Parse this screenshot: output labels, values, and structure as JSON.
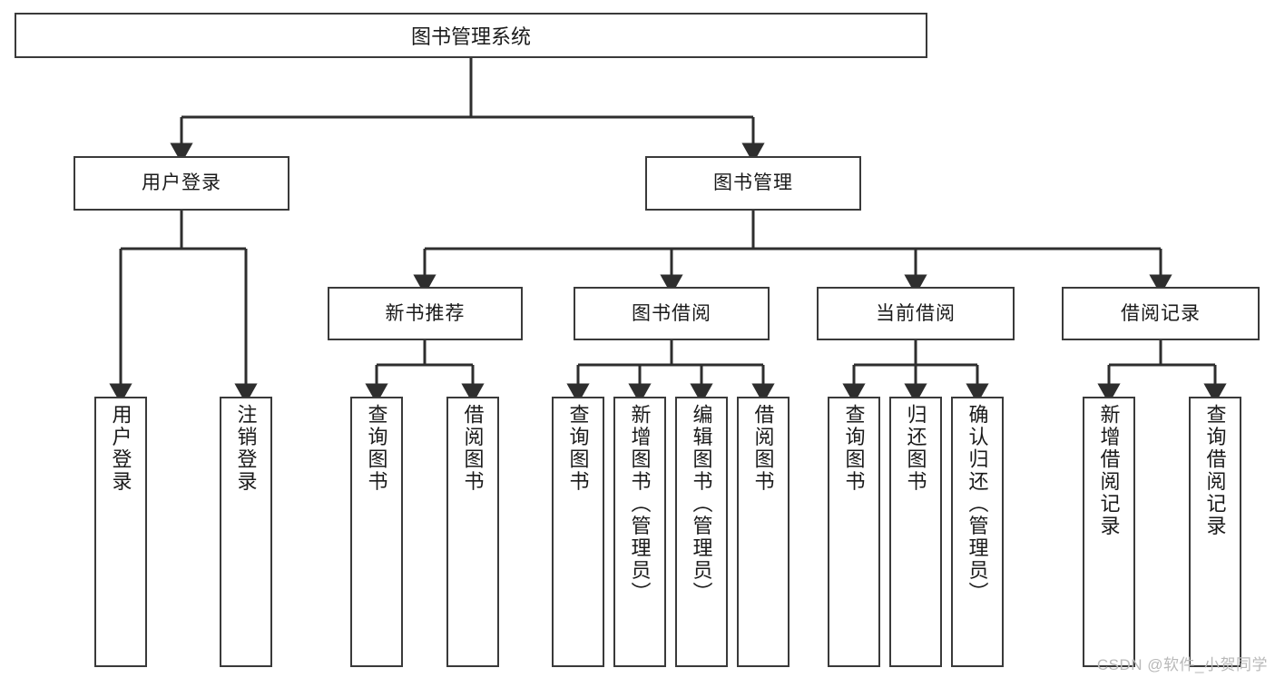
{
  "diagram": {
    "title": "图书管理系统",
    "type": "hierarchy-tree",
    "root": {
      "id": "root",
      "label": "图书管理系统"
    },
    "level2": [
      {
        "id": "user-login",
        "label": "用户登录"
      },
      {
        "id": "book-manage",
        "label": "图书管理"
      }
    ],
    "level3": [
      {
        "id": "new-book-rec",
        "label": "新书推荐"
      },
      {
        "id": "book-borrow",
        "label": "图书借阅"
      },
      {
        "id": "current-borrow",
        "label": "当前借阅"
      },
      {
        "id": "borrow-record",
        "label": "借阅记录"
      }
    ],
    "leaves": {
      "user_login": [
        {
          "id": "leaf-user-login",
          "label": "用户登录"
        },
        {
          "id": "leaf-logout-login",
          "label": "注销登录"
        }
      ],
      "new_book_rec": [
        {
          "id": "leaf-query-book-1",
          "label": "查询图书"
        },
        {
          "id": "leaf-borrow-book-1",
          "label": "借阅图书"
        }
      ],
      "book_borrow": [
        {
          "id": "leaf-query-book-2",
          "label": "查询图书"
        },
        {
          "id": "leaf-add-book",
          "label": "新增图书（管理员）"
        },
        {
          "id": "leaf-edit-book",
          "label": "编辑图书（管理员）"
        },
        {
          "id": "leaf-borrow-book-2",
          "label": "借阅图书"
        }
      ],
      "current_borrow": [
        {
          "id": "leaf-query-book-3",
          "label": "查询图书"
        },
        {
          "id": "leaf-return-book",
          "label": "归还图书"
        },
        {
          "id": "leaf-confirm-return",
          "label": "确认归还（管理员）"
        }
      ],
      "borrow_record": [
        {
          "id": "leaf-add-record",
          "label": "新增借阅记录"
        },
        {
          "id": "leaf-query-record",
          "label": "查询借阅记录"
        }
      ]
    }
  },
  "watermark": "CSDN @软件_小贺同学",
  "colors": {
    "background": "#ffffff",
    "box_border": "#3a3a3a",
    "box_fill": "#ffffff",
    "connector": "#2e2e2e",
    "text": "#1a1a1a",
    "watermark": "#b9b9b9"
  }
}
